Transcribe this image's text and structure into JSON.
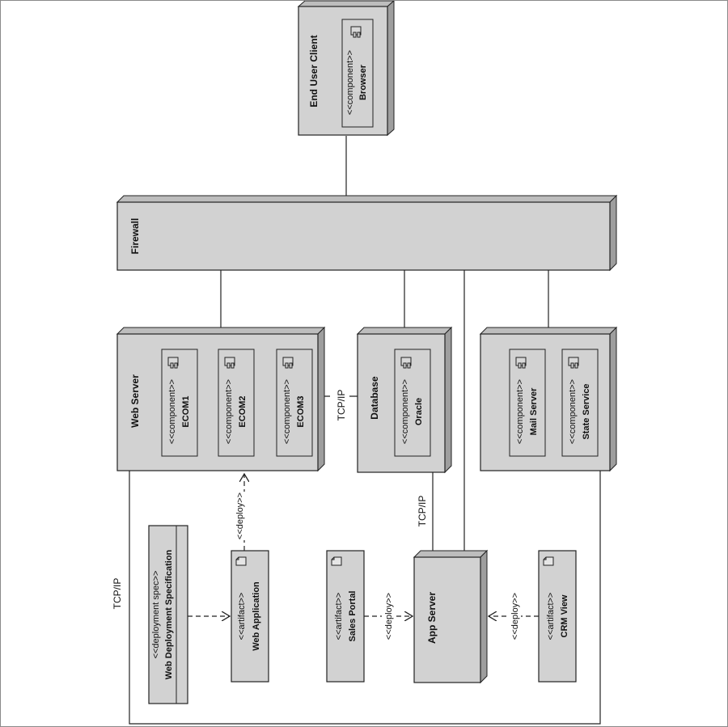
{
  "nodes": {
    "end_user_client": {
      "title": "End User Client",
      "components": [
        {
          "stereotype": "<<component>>",
          "name": "Browser"
        }
      ]
    },
    "firewall": {
      "title": "Firewall"
    },
    "web_server": {
      "title": "Web Server",
      "components": [
        {
          "stereotype": "<<component>>",
          "name": "ECOM1"
        },
        {
          "stereotype": "<<component>>",
          "name": "ECOM2"
        },
        {
          "stereotype": "<<component>>",
          "name": "ECOM3"
        }
      ]
    },
    "database": {
      "title": "Database",
      "components": [
        {
          "stereotype": "<<component>>",
          "name": "Oracle"
        }
      ]
    },
    "services": {
      "components": [
        {
          "stereotype": "<<component>>",
          "name": "Mail Server"
        },
        {
          "stereotype": "<<component>>",
          "name": "State Service"
        }
      ]
    },
    "app_server": {
      "title": "App Server"
    }
  },
  "artifacts": {
    "deployment_spec": {
      "stereotype": "<<deployment spec>>",
      "name": "Web Deployment Specification"
    },
    "web_application": {
      "stereotype": "<<artifact>>",
      "name": "Web Application"
    },
    "sales_portal": {
      "stereotype": "<<artifact>>",
      "name": "Sales Portal"
    },
    "crm_view": {
      "stereotype": "<<artifact>>",
      "name": "CRM View"
    }
  },
  "connectors": {
    "tcpip_web_db": "TCP/IP",
    "tcpip_db_app": "TCP/IP",
    "tcpip_outer": "TCP/IP",
    "deploy_web": "<<deploy>>",
    "deploy_sales": "<<deploy>>",
    "deploy_crm": "<<deploy>>"
  }
}
